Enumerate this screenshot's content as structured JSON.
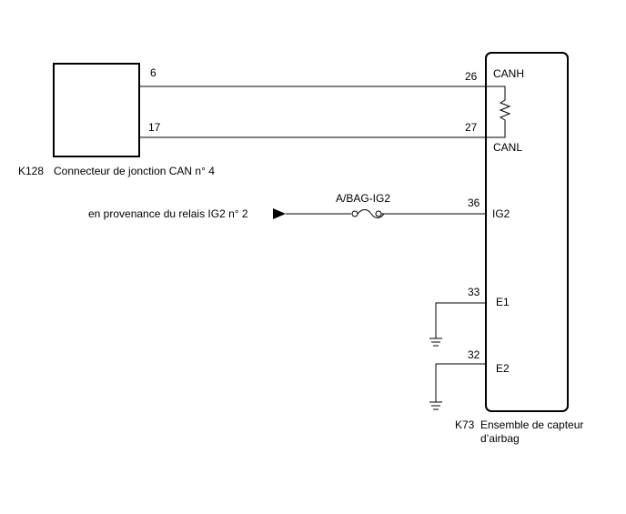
{
  "connector_k128": {
    "id": "K128",
    "name": "Connecteur de jonction CAN n° 4",
    "pins": {
      "canh": "6",
      "canl": "17"
    }
  },
  "sensor_k73": {
    "id": "K73",
    "name_line1": "Ensemble de capteur",
    "name_line2": "d’airbag",
    "pins": {
      "canh": {
        "num": "26",
        "label": "CANH"
      },
      "canl": {
        "num": "27",
        "label": "CANL"
      },
      "ig2": {
        "num": "36",
        "label": "IG2"
      },
      "e1": {
        "num": "33",
        "label": "E1"
      },
      "e2": {
        "num": "32",
        "label": "E2"
      }
    }
  },
  "power_source": {
    "label": "en provenance du relais IG2 n° 2",
    "fuse": "A/BAG-IG2"
  }
}
